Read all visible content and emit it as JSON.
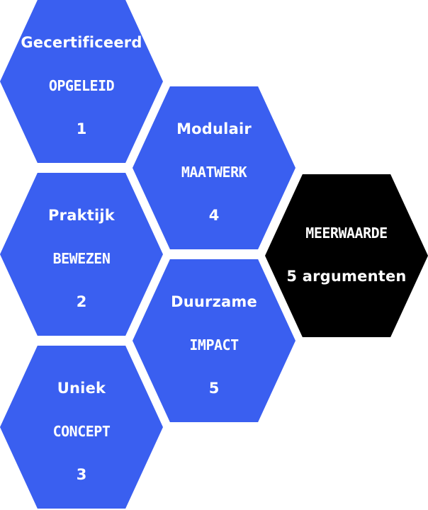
{
  "hexagons": [
    {
      "title": "Gecertificeerd",
      "subtitle": "OPGELEID",
      "number": "1"
    },
    {
      "title": "Praktijk",
      "subtitle": "BEWEZEN",
      "number": "2"
    },
    {
      "title": "Uniek",
      "subtitle": "CONCEPT",
      "number": "3"
    },
    {
      "title": "Modulair",
      "subtitle": "MAATWERK",
      "number": "4"
    },
    {
      "title": "Duurzame",
      "subtitle": "IMPACT",
      "number": "5"
    }
  ],
  "center": {
    "title": "MEERWAARDE",
    "subtitle": "5 argumenten"
  },
  "colors": {
    "hex_blue": "#3a5ff0",
    "hex_black": "#000000",
    "text": "#ffffff"
  }
}
